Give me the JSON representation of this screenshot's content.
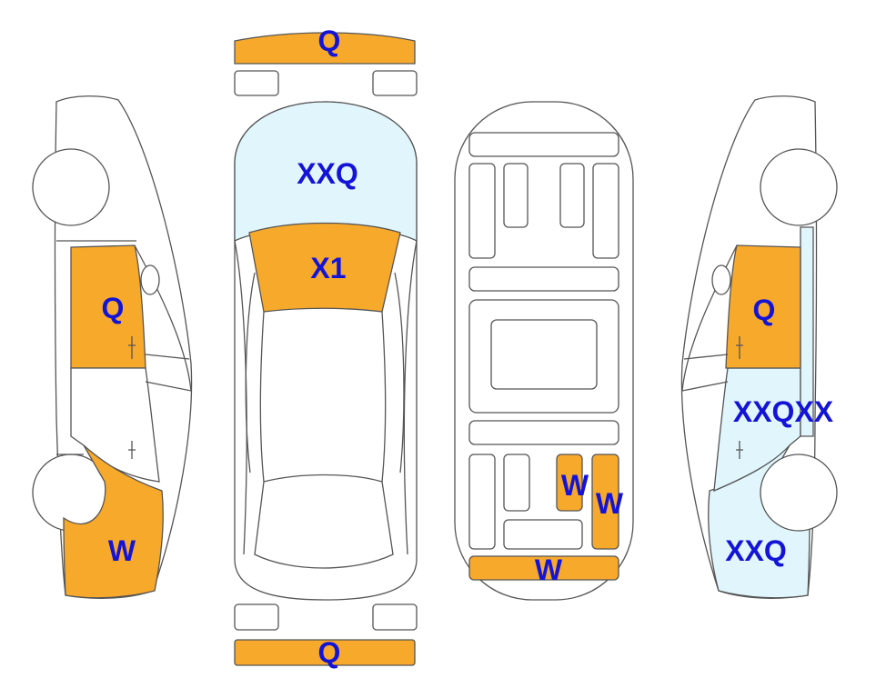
{
  "colors": {
    "orange": "#F7A92C",
    "light_blue": "#E0F5FC",
    "label": "#1414D6",
    "outline": "#555555"
  },
  "labels": {
    "front_bumper": "Q",
    "hood": "XXQ",
    "windshield": "X1",
    "rear_bumper": "Q",
    "left_front_door": "Q",
    "left_rear_quarter": "W",
    "floor_seat_1": "W",
    "floor_seat_2": "W",
    "floor_rear": "W",
    "right_front_door": "Q",
    "right_rear_door": "XXQXX",
    "right_rear_quarter": "XXQ"
  }
}
